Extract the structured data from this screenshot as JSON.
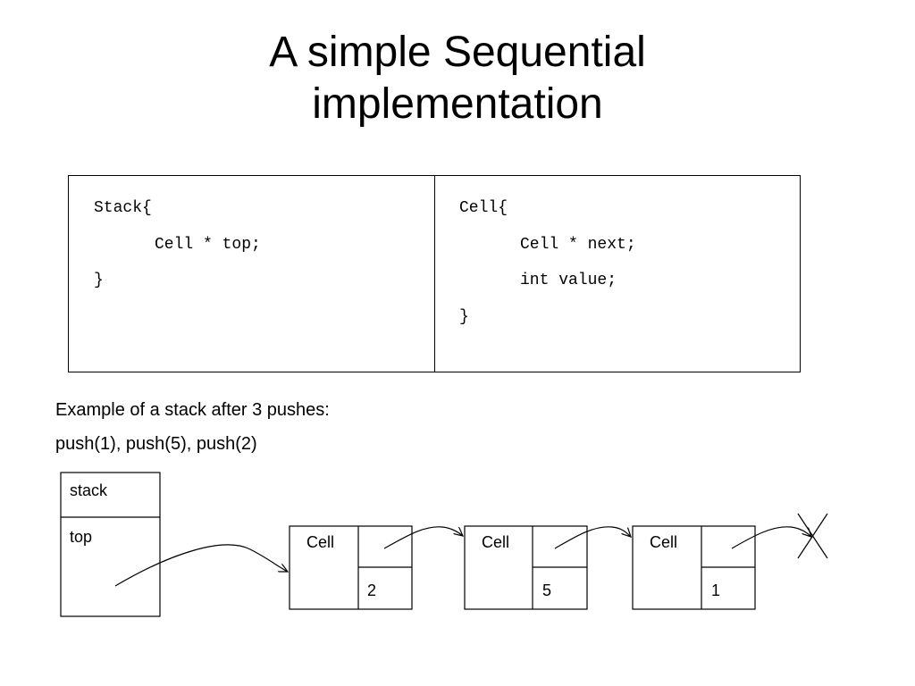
{
  "title": {
    "line1": "A simple Sequential",
    "line2": "implementation"
  },
  "code": {
    "stack": {
      "open": "Stack{",
      "field": "Cell * top;",
      "close": "}"
    },
    "cell": {
      "open": "Cell{",
      "field1": "Cell * next;",
      "field2": "int value;",
      "close": "}"
    }
  },
  "caption": {
    "line1": "Example of a stack after 3 pushes:",
    "line2": "push(1), push(5), push(2)"
  },
  "diagram": {
    "stack_box": {
      "header": "stack",
      "field": "top"
    },
    "cells": [
      {
        "label": "Cell",
        "value": "2"
      },
      {
        "label": "Cell",
        "value": "5"
      },
      {
        "label": "Cell",
        "value": "1"
      }
    ]
  }
}
